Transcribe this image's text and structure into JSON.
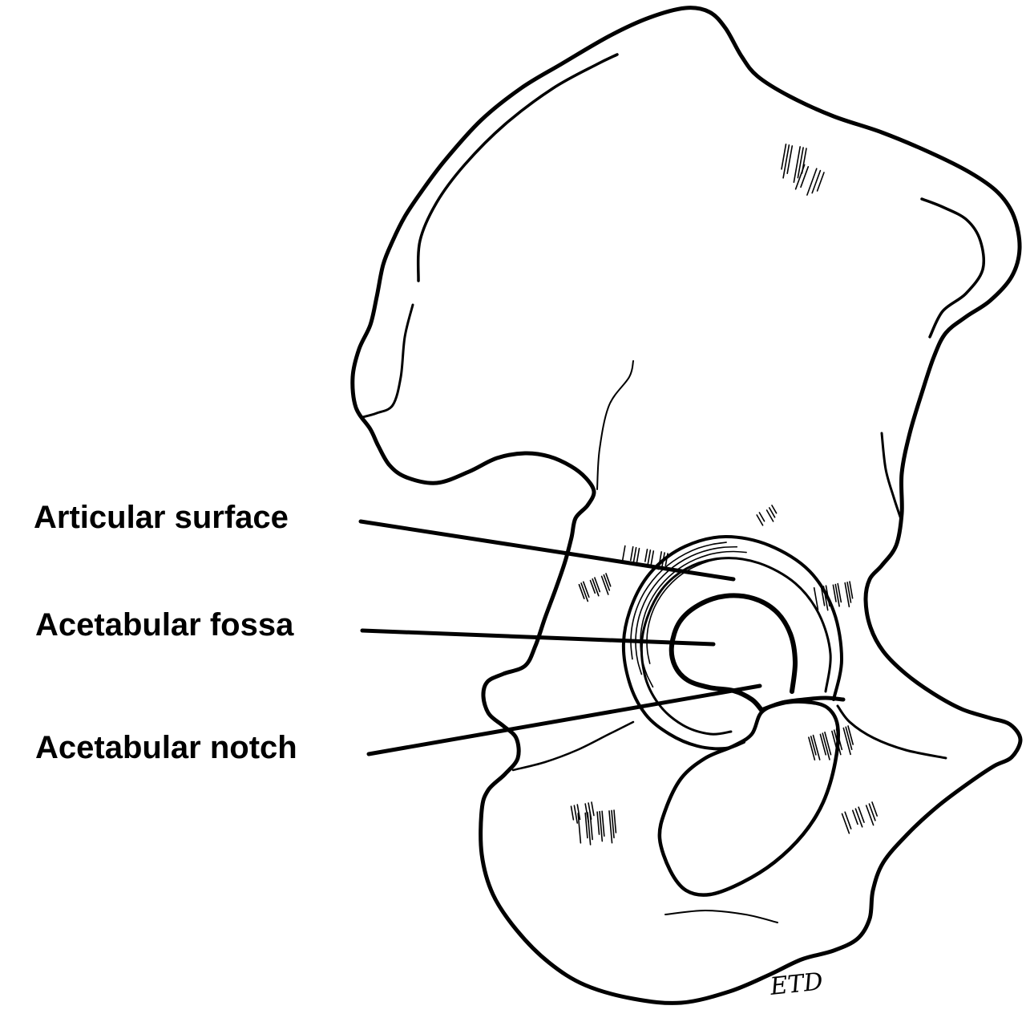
{
  "labels": {
    "articular_surface": "Articular surface",
    "acetabular_fossa": "Acetabular fossa",
    "acetabular_notch": "Acetabular notch"
  },
  "signature": "ETD",
  "colors": {
    "ink": "#000000",
    "background": "#ffffff"
  }
}
